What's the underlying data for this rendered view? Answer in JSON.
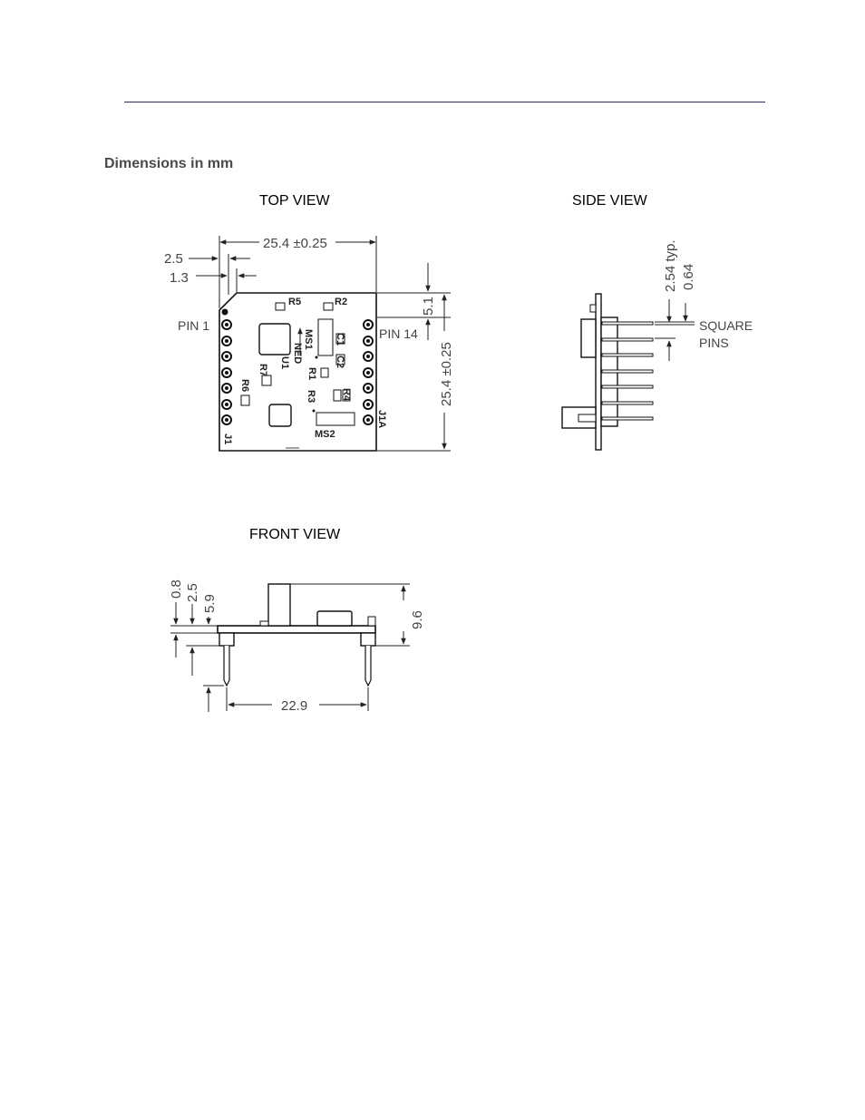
{
  "heading": "Dimensions in mm",
  "views": {
    "top": "TOP VIEW",
    "side": "SIDE VIEW",
    "front": "FRONT VIEW"
  },
  "top_view": {
    "width_dim": "25.4 ±0.25",
    "height_dim": "25.4 ±0.25",
    "offset_a": "2.5",
    "offset_b": "1.3",
    "top_margin": "5.1",
    "pin1": "PIN 1",
    "pin14": "PIN 14",
    "refs": {
      "r5": "R5",
      "r2": "R2",
      "ms1": "MS1",
      "ned": "NED",
      "u1": "U1",
      "c1": "C1",
      "c2": "C2",
      "r7": "R7",
      "r1": "R1",
      "r6": "R6",
      "r3": "R3",
      "r4": "R4",
      "ms2": "MS2",
      "j1": "J1",
      "j1a": "J1A"
    }
  },
  "side_view": {
    "pitch": "2.54 typ.",
    "pin_size": "0.64",
    "note_line1": "SQUARE",
    "note_line2": "PINS"
  },
  "front_view": {
    "d1": "0.8",
    "d2": "2.5",
    "d3": "5.9",
    "height": "9.6",
    "pin_span": "22.9"
  }
}
